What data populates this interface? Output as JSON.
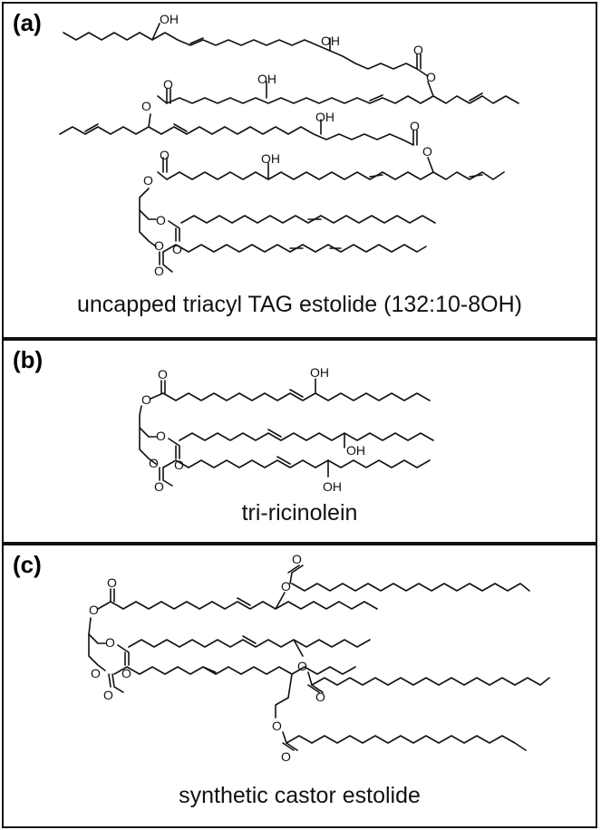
{
  "panels": [
    {
      "id": "a",
      "label": "(a)",
      "caption": "uncapped triacyl TAG estolide (132:10-8OH)"
    },
    {
      "id": "b",
      "label": "(b)",
      "caption": "tri-ricinolein"
    },
    {
      "id": "c",
      "label": "(c)",
      "caption": "synthetic castor estolide"
    }
  ],
  "atom_labels": {
    "hydroxyl": "OH",
    "oxygen": "O"
  }
}
